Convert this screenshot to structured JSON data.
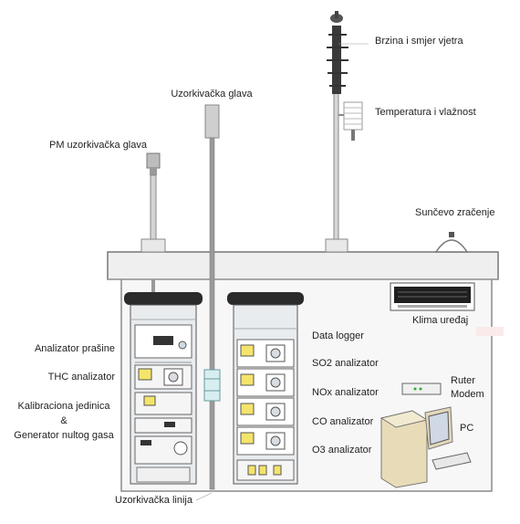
{
  "labels": {
    "wind": "Brzina i smjer vjetra",
    "sampling_head": "Uzorkivačka glava",
    "temp_humidity": "Temperatura i vlažnost",
    "pm_head": "PM uzorkivačka glava",
    "solar": "Sunčevo zračenje",
    "climate": "Klima uređaj",
    "dust_analyzer": "Analizator prašine",
    "thc_analyzer": "THC analizator",
    "calib_line1": "Kalibraciona jedinica",
    "calib_line2": "&",
    "calib_line3": "Generator nultog gasa",
    "data_logger": "Data logger",
    "so2": "SO2 analizator",
    "nox": "NOx analizator",
    "co": "CO analizator",
    "o3": "O3 analizator",
    "router_line1": "Ruter",
    "router_line2": "Modem",
    "pc": "PC",
    "sampling_line": "Uzorkivačka linija"
  },
  "colors": {
    "rack_dark": "#2b2b2b",
    "rack_body": "#e9ecef",
    "module_yellow": "#f4e46a",
    "shelter_fill": "#f6f6f6",
    "pipe": "#9a9a9a",
    "pc_beige": "#e8dcb8"
  }
}
